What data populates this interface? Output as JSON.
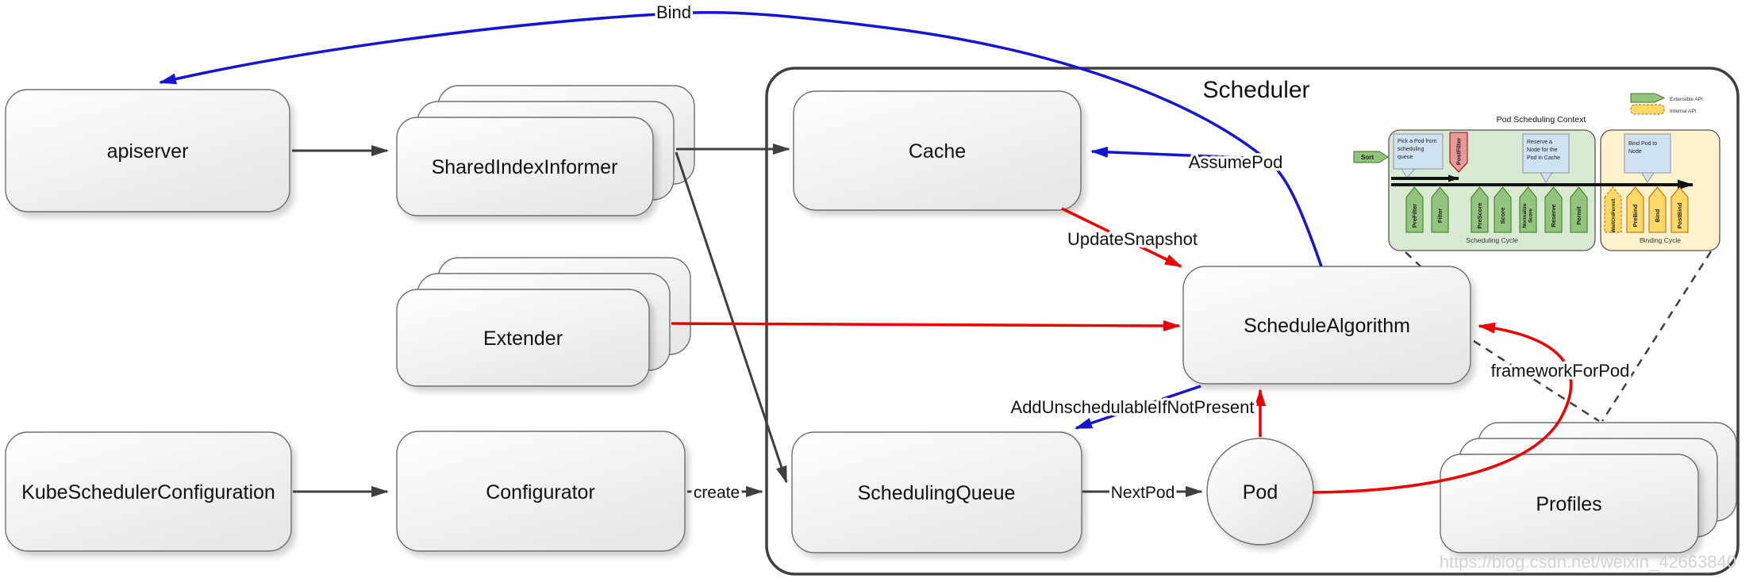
{
  "container": {
    "title": "Scheduler"
  },
  "nodes": {
    "apiserver": "apiserver",
    "shared_index_informer": "SharedIndexInformer",
    "extender": "Extender",
    "kube_scheduler_configuration": "KubeSchedulerConfiguration",
    "configurator": "Configurator",
    "cache": "Cache",
    "schedule_algorithm": "ScheduleAlgorithm",
    "scheduling_queue": "SchedulingQueue",
    "pod": "Pod",
    "profiles": "Profiles"
  },
  "edges": {
    "bind": "Bind",
    "assume_pod": "AssumePod",
    "update_snapshot": "UpdateSnapshot",
    "add_unschedulable": "AddUnschedulableIfNotPresent",
    "next_pod": "NextPod",
    "create": "create",
    "framework_for_pod": "frameworkForPod"
  },
  "inset": {
    "title": "Pod Scheduling Context",
    "legend": {
      "extensible": "Extensible API",
      "internal": "Internal API"
    },
    "sort": "Sort",
    "post_filter": "PostFilter",
    "notes": {
      "pick": {
        "lines": [
          "Pick a Pod from",
          "scheduling",
          "queue"
        ]
      },
      "reserve": {
        "lines": [
          "Reserve a",
          "Node for the",
          "Pod in Cache"
        ]
      },
      "bind": {
        "lines": [
          "Bind Pod to",
          "Node"
        ]
      }
    },
    "scheduling_cycle": {
      "label": "Scheduling Cycle",
      "plugins": [
        {
          "label": "PreFilter"
        },
        {
          "label": "Filter"
        },
        {
          "label": "PreScore"
        },
        {
          "label": "Score"
        },
        {
          "label": "Normalize Score",
          "lines": [
            "Normalize",
            "Score"
          ]
        },
        {
          "label": "Reserve"
        },
        {
          "label": "Permit"
        }
      ]
    },
    "binding_cycle": {
      "label": "Binding Cycle",
      "plugins": [
        {
          "label": "WaitOnPermit"
        },
        {
          "label": "PreBind"
        },
        {
          "label": "Bind"
        },
        {
          "label": "PostBind"
        }
      ]
    }
  },
  "watermark": "https://blog.csdn.net/weixin_42663840",
  "colors": {
    "arrow_black": "#3f3f3f",
    "arrow_red": "#ee0000",
    "arrow_blue": "#1414d2",
    "scheduling_green_bg": "#d9ead3",
    "binding_yellow_bg": "#fff2cc",
    "extensible_green": "#93c47d",
    "internal_yellow": "#ffd966",
    "postfilter_red": "#ea9999",
    "note_blue": "#cfe2f3"
  }
}
